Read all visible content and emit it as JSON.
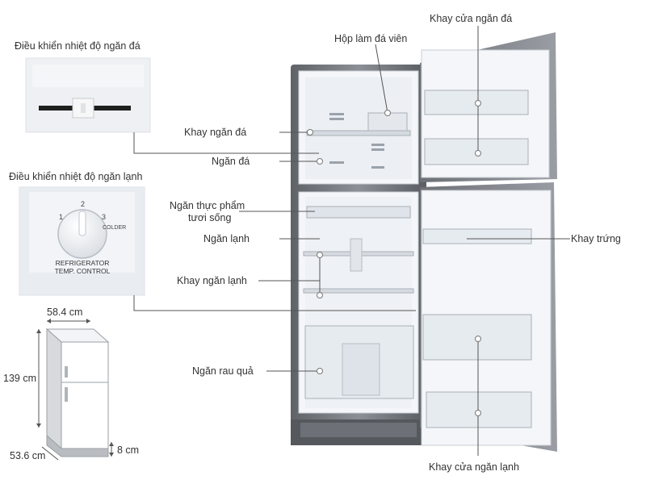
{
  "labels": {
    "freezer_control": "Điều khiển nhiệt độ ngăn đá",
    "fridge_control": "Điều khiển nhiệt độ ngăn lạnh",
    "ice_box": "Hộp làm đá viên",
    "freezer_door_tray": "Khay cửa ngăn đá",
    "freezer_shelf": "Khay ngăn đá",
    "freezer": "Ngăn đá",
    "fresh_food_line1": "Ngăn thực phẩm",
    "fresh_food_line2": "tươi sống",
    "fridge": "Ngăn lạnh",
    "fridge_shelf": "Khay ngăn lạnh",
    "egg_tray": "Khay trứng",
    "vegetable": "Ngăn rau quả",
    "fridge_door_tray": "Khay cửa ngăn lạnh"
  },
  "control_dial": {
    "ticks": [
      "1",
      "2",
      "3"
    ],
    "colder": "COLDER",
    "caption_line1": "REFRIGERATOR",
    "caption_line2": "TEMP. CONTROL"
  },
  "dimensions": {
    "width": "58.4 cm",
    "height": "139 cm",
    "depth": "53.6 cm",
    "base": "8 cm"
  },
  "colors": {
    "body": "#7a7e84",
    "interior": "#f4f6f9",
    "leader": "#555555",
    "dot": "#ffffff"
  }
}
